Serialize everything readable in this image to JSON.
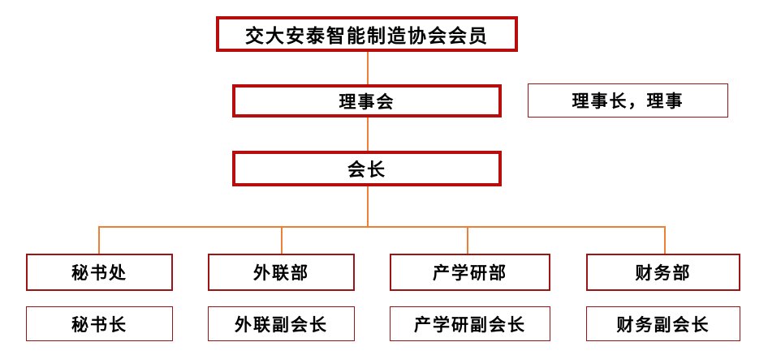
{
  "diagram": {
    "title_node": {
      "label": "交大安泰智能制造协会会员"
    },
    "board_node": {
      "label": "理事会"
    },
    "board_roles_node": {
      "label": "理事长，理事"
    },
    "president_node": {
      "label": "会长"
    },
    "departments": [
      {
        "label": "秘书处"
      },
      {
        "label": "外联部"
      },
      {
        "label": "产学研部"
      },
      {
        "label": "财务部"
      }
    ],
    "department_roles": [
      {
        "label": "秘书长"
      },
      {
        "label": "外联副会长"
      },
      {
        "label": "产学研副会长"
      },
      {
        "label": "财务副会长"
      }
    ],
    "colors": {
      "box_border_primary": "#b80d0d",
      "box_border_secondary": "#9e1414",
      "connector": "#ed8036",
      "text": "#000000",
      "background": "#ffffff"
    }
  }
}
